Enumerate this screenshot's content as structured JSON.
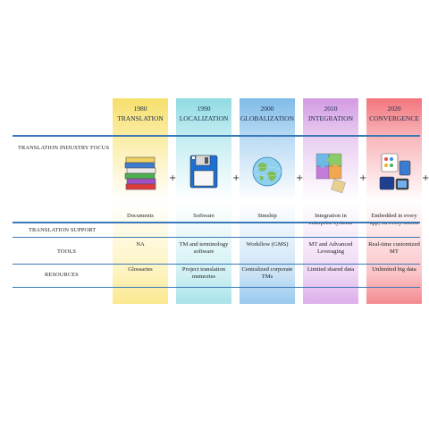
{
  "row_labels": {
    "focus": "TRANSLATION INDUSTRY FOCUS",
    "support": "TRANSLATION SUPPORT",
    "tools": "TOOLS",
    "resources": "RESOURCES"
  },
  "plus_sign": "+",
  "columns": [
    {
      "year": "1980",
      "title": "TRANSLATION",
      "focus": "Documents",
      "tools": "NA",
      "resources": "Glossaries",
      "icon": "books-icon",
      "color": "#f7e27a"
    },
    {
      "year": "1990",
      "title": "LOCALIZATION",
      "focus": "Software",
      "tools": "TM and terminology software",
      "resources": "Project translation memories",
      "icon": "floppy-disk-icon",
      "color": "#9fdfe6"
    },
    {
      "year": "2000",
      "title": "GLOBALIZATION",
      "focus": "Simship",
      "tools": "Workflow (GMS)",
      "resources": "Centralized corporate TMs",
      "icon": "globe-icon",
      "color": "#8fc6ec"
    },
    {
      "year": "2010",
      "title": "INTEGRATION",
      "focus": "Integration in enterprise systems",
      "tools": "MT and Advanced Leveraging",
      "resources": "Limited shared data",
      "icon": "puzzle-icon",
      "color": "#d9a6e6"
    },
    {
      "year": "2020",
      "title": "CONVERGENCE",
      "focus": "Embedded in every app, on every screen",
      "tools": "Real-time customized MT",
      "resources": "Unlimited big data",
      "icon": "devices-icon",
      "color": "#f4868c"
    }
  ]
}
